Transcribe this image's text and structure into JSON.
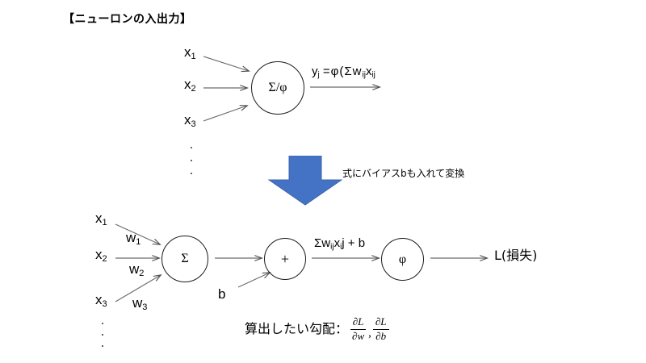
{
  "page": {
    "title": "【ニューロンの入出力】",
    "background": "#ffffff",
    "accent_blue": "#4472C4",
    "stroke": "#404040"
  },
  "diagram_top": {
    "inputs": [
      {
        "label": "x",
        "sub": "1"
      },
      {
        "label": "x",
        "sub": "2"
      },
      {
        "label": "x",
        "sub": "3"
      }
    ],
    "ellipsis_dots": 3,
    "neuron_label": "Σ/φ",
    "output_formula": {
      "lhs": "y",
      "lhs_sub": "j",
      "rhs": "=φ(Σw",
      "rhs_sub1": "ij",
      "rhs_mid": "x",
      "rhs_sub2": "ij",
      "plain": "y_j =φ(Σw_ij x_ij"
    }
  },
  "transition": {
    "arrow_icon": "down-arrow-icon",
    "arrow_color": "#4472C4",
    "note": "式にバイアスbも入れて変換"
  },
  "diagram_bottom": {
    "inputs": [
      {
        "label": "x",
        "sub": "1"
      },
      {
        "label": "x",
        "sub": "2"
      },
      {
        "label": "x",
        "sub": "3"
      }
    ],
    "weights": [
      {
        "label": "w",
        "sub": "1"
      },
      {
        "label": "w",
        "sub": "2"
      },
      {
        "label": "w",
        "sub": "3"
      }
    ],
    "ellipsis_dots": 3,
    "sum_node_label": "Σ",
    "plus_node_label": "+",
    "activation_node_label": "φ",
    "bias_label": "b",
    "mid_formula": {
      "prefix": "Σw",
      "sub1": "ij",
      "mid": "x",
      "sub2": "i",
      "tail": "j + b",
      "plain": "Σw_ij x_i j + b"
    },
    "output_label": "L(損失)"
  },
  "gradient_note": {
    "text": "算出したい勾配：",
    "terms": [
      {
        "numerator": "∂L",
        "denominator": "∂w"
      },
      {
        "numerator": "∂L",
        "denominator": "∂b"
      }
    ],
    "separator": ","
  }
}
